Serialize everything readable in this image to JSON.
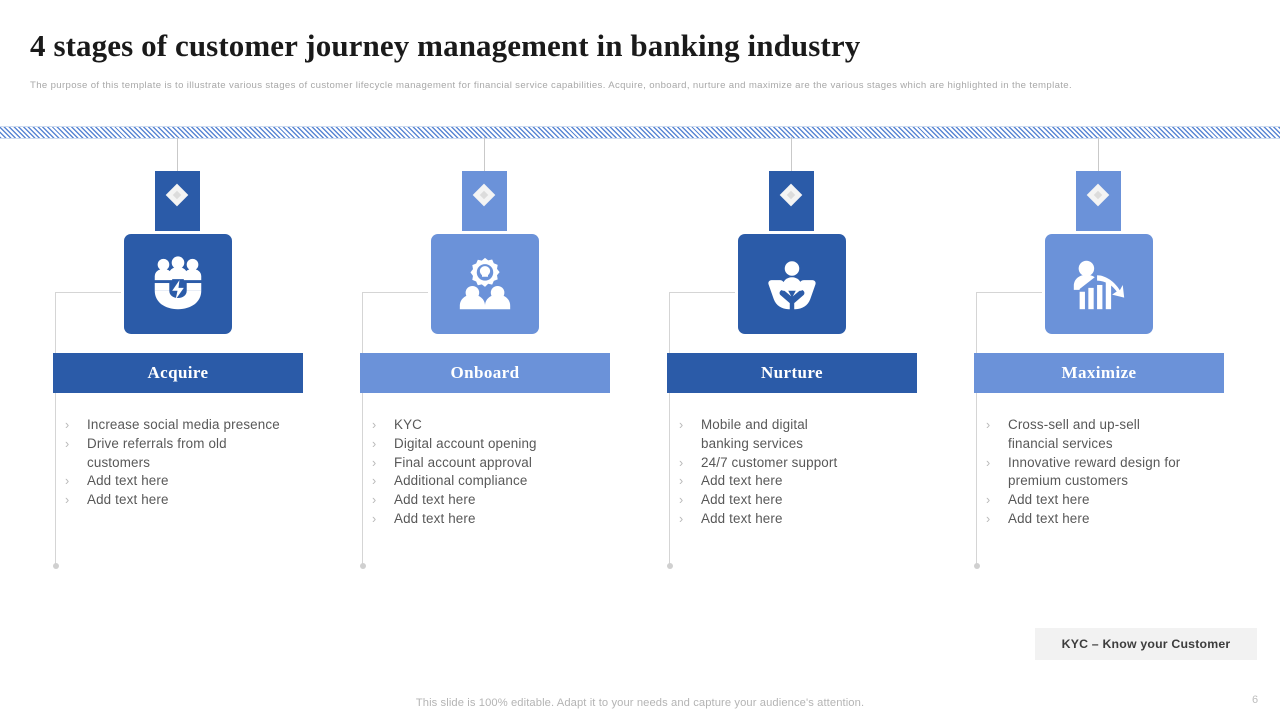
{
  "header": {
    "title": "4 stages of customer journey management in banking industry",
    "subtitle": "The purpose of this template is to illustrate various stages of customer lifecycle management for financial service capabilities. Acquire, onboard, nurture and maximize are the various stages which are highlighted in the template."
  },
  "colors": {
    "dark_blue": "#2B5BA8",
    "light_blue": "#6B92D9",
    "band_stripe": "#5b87d4",
    "bullet_text": "#585858",
    "legend_bg": "#f2f2f2"
  },
  "stages": [
    {
      "title": "Acquire",
      "icon": "magnet-people-icon",
      "color": "#2B5BA8",
      "bullet_marker": "›",
      "bullets": [
        "Increase social media presence",
        "Drive referrals from old customers",
        "Add text here",
        "Add text here"
      ]
    },
    {
      "title": "Onboard",
      "icon": "gear-lightbulb-people-icon",
      "color": "#6B92D9",
      "bullet_marker": "›",
      "bullets": [
        "KYC",
        "Digital account opening",
        "Final account approval",
        "Additional compliance",
        "Add text here",
        "Add text here"
      ]
    },
    {
      "title": "Nurture",
      "icon": "hands-holding-person-icon",
      "color": "#2B5BA8",
      "bullet_marker": "›",
      "bullets": [
        "Mobile and digital banking services",
        "24/7 customer support",
        "Add text here",
        "Add text here",
        "Add text here"
      ]
    },
    {
      "title": "Maximize",
      "icon": "person-growth-chart-icon",
      "color": "#6B92D9",
      "bullet_marker": "›",
      "bullets": [
        "Cross-sell and up-sell financial services",
        "Innovative reward design for premium customers",
        "Add text here",
        "Add text here"
      ]
    }
  ],
  "legend": {
    "text": "KYC  –  Know your Customer"
  },
  "footer": {
    "note": "This slide is 100% editable. Adapt it to your needs and capture your audience's attention.",
    "page_number": "6"
  }
}
